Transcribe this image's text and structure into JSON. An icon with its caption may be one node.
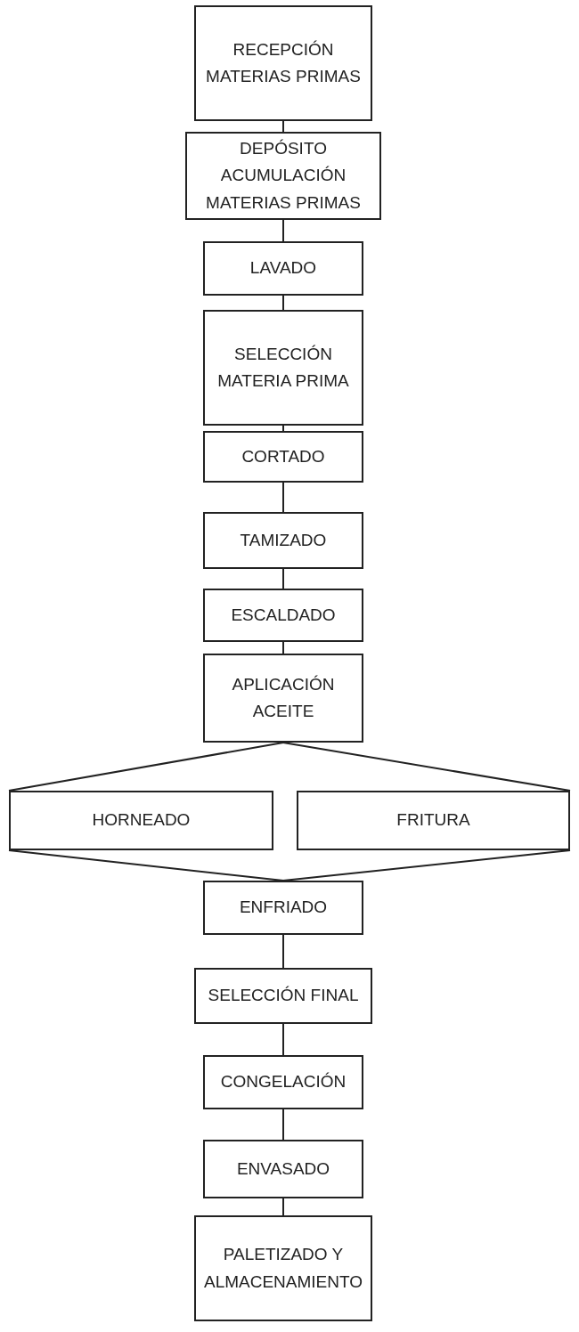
{
  "diagram": {
    "nodes": [
      {
        "text": [
          "RECEPCIÓN MATERIAS PRIMAS"
        ]
      },
      {
        "text": [
          "DEPÓSITO ACUMULACIÓN MATERIAS PRIMAS"
        ]
      },
      {
        "text": [
          "LAVADO"
        ]
      },
      {
        "text": [
          "SELECCIÓN MATERIA PRIMA"
        ]
      },
      {
        "text": [
          "CORTADO"
        ]
      },
      {
        "text": [
          "TAMIZADO"
        ]
      },
      {
        "text": [
          "ESCALDADO"
        ]
      },
      {
        "text": [
          "APLICACIÓN ACEITE"
        ]
      },
      {
        "text": [
          "HORNEADO"
        ]
      },
      {
        "text": [
          "FRITURA"
        ]
      },
      {
        "text": [
          "ENFRIADO"
        ]
      },
      {
        "text": [
          "SELECCIÓN FINAL"
        ]
      },
      {
        "text": [
          "CONGELACIÓN"
        ]
      },
      {
        "text": [
          "ENVASADO"
        ]
      },
      {
        "text": [
          "PALETIZADO Y ALMACENAMIENTO"
        ]
      }
    ],
    "edges": [
      {
        "from": 0,
        "to": 1,
        "arrow": "none"
      },
      {
        "from": 1,
        "to": 2,
        "arrow": "none"
      },
      {
        "from": 2,
        "to": 3,
        "arrow": "none"
      },
      {
        "from": 3,
        "to": 4,
        "arrow": "none"
      },
      {
        "from": 4,
        "to": 5,
        "arrow": "none"
      },
      {
        "from": 5,
        "to": 6,
        "arrow": "none"
      },
      {
        "from": 6,
        "to": 7,
        "arrow": "none"
      },
      {
        "from": 7,
        "to": 8,
        "arrow": "none"
      },
      {
        "from": 7,
        "to": 9,
        "arrow": "none"
      },
      {
        "from": 8,
        "to": 10,
        "arrow": "none"
      },
      {
        "from": 9,
        "to": 10,
        "arrow": "none"
      },
      {
        "from": 10,
        "to": 11,
        "arrow": "none"
      },
      {
        "from": 11,
        "to": 12,
        "arrow": "none"
      },
      {
        "from": 12,
        "to": 13,
        "arrow": "none"
      },
      {
        "from": 13,
        "to": 14,
        "arrow": "none"
      }
    ]
  }
}
